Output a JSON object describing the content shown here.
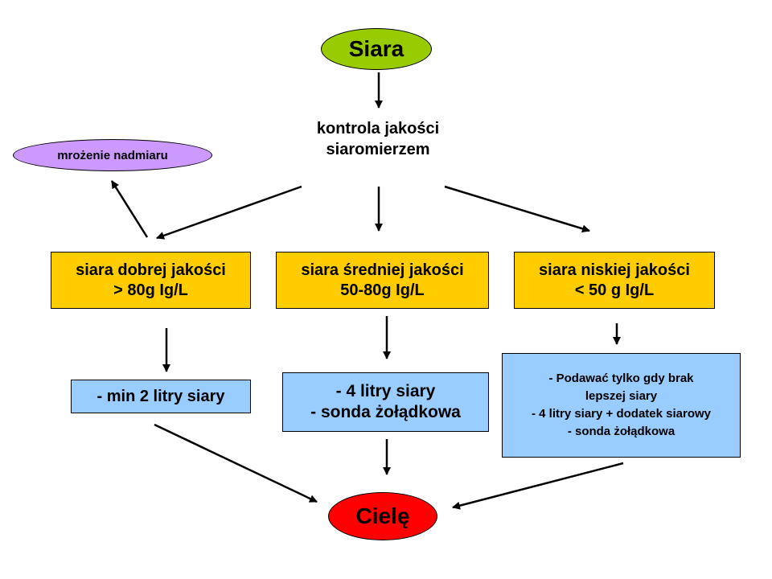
{
  "nodes": {
    "siara": "Siara",
    "kontrola": [
      "kontrola jakości",
      "siaromierzem"
    ],
    "mrozenie": "mrożenie nadmiaru",
    "dobra": [
      "siara dobrej jakości",
      "> 80g Ig/L"
    ],
    "srednia": [
      "siara średniej jakości",
      "50-80g Ig/L"
    ],
    "niska": [
      "siara niskiej jakości",
      "< 50 g Ig/L"
    ],
    "dobra_info": "- min 2 litry siary",
    "srednia_info": [
      "- 4 litry siary",
      "- sonda żołądkowa"
    ],
    "niska_info": [
      "- Podawać tylko gdy brak",
      "lepszej siary",
      "- 4 litry siary + dodatek siarowy",
      "- sonda żołądkowa"
    ],
    "ciele": "Cielę"
  },
  "colors": {
    "green": "#99cc00",
    "violet": "#cc99ff",
    "orange": "#ffcc00",
    "lightblue": "#99ccff",
    "red": "#ff0000"
  }
}
